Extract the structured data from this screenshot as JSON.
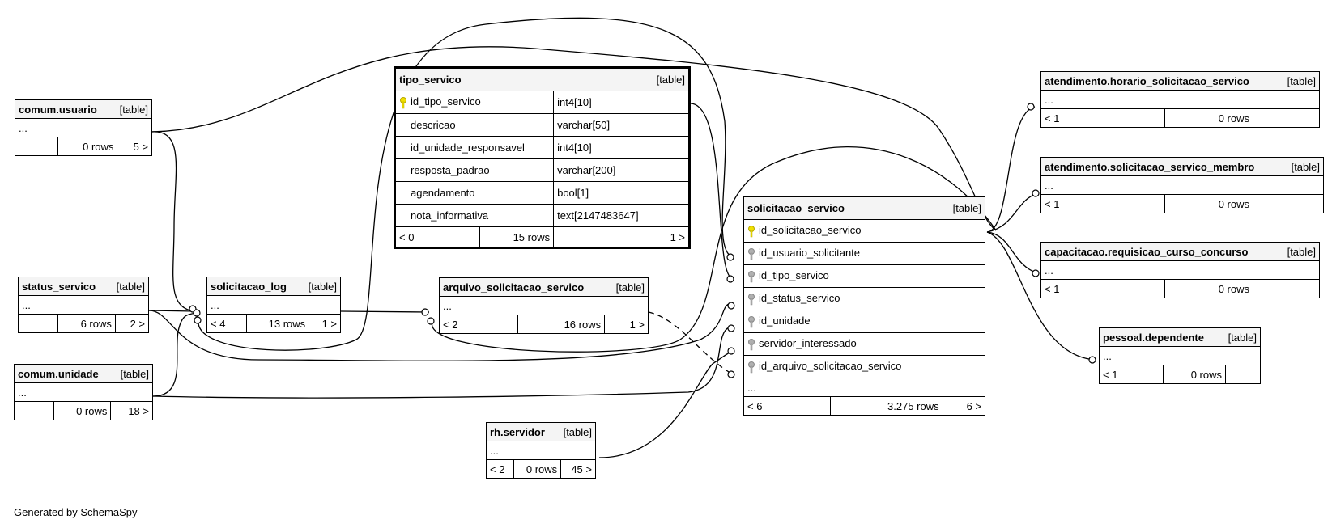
{
  "colors": {
    "primary_key": "#f0e000",
    "foreign_key": "#a0a0a0",
    "header_bg": "#f4f4f4",
    "line": "#000000"
  },
  "tables": {
    "comum_usuario": {
      "name": "comum.usuario",
      "tag": "[table]",
      "more": "...",
      "parents": "",
      "rows": "0 rows",
      "children": "5 >"
    },
    "status_servico": {
      "name": "status_servico",
      "tag": "[table]",
      "more": "...",
      "parents": "",
      "rows": "6 rows",
      "children": "2 >"
    },
    "comum_unidade": {
      "name": "comum.unidade",
      "tag": "[table]",
      "more": "...",
      "parents": "",
      "rows": "0 rows",
      "children": "18 >"
    },
    "solicitacao_log": {
      "name": "solicitacao_log",
      "tag": "[table]",
      "more": "...",
      "parents": "< 4",
      "rows": "13 rows",
      "children": "1 >"
    },
    "tipo_servico": {
      "name": "tipo_servico",
      "tag": "[table]",
      "columns": [
        {
          "name": "id_tipo_servico",
          "type": "int4[10]",
          "key": "primary"
        },
        {
          "name": "descricao",
          "type": "varchar[50]",
          "key": ""
        },
        {
          "name": "id_unidade_responsavel",
          "type": "int4[10]",
          "key": ""
        },
        {
          "name": "resposta_padrao",
          "type": "varchar[200]",
          "key": ""
        },
        {
          "name": "agendamento",
          "type": "bool[1]",
          "key": ""
        },
        {
          "name": "nota_informativa",
          "type": "text[2147483647]",
          "key": ""
        }
      ],
      "parents": "< 0",
      "rows": "15 rows",
      "children": "1 >"
    },
    "arquivo_solicitacao_servico": {
      "name": "arquivo_solicitacao_servico",
      "tag": "[table]",
      "more": "...",
      "parents": "< 2",
      "rows": "16 rows",
      "children": "1 >"
    },
    "rh_servidor": {
      "name": "rh.servidor",
      "tag": "[table]",
      "more": "...",
      "parents": "< 2",
      "rows": "0 rows",
      "children": "45 >"
    },
    "solicitacao_servico": {
      "name": "solicitacao_servico",
      "tag": "[table]",
      "columns": [
        {
          "name": "id_solicitacao_servico",
          "key": "primary"
        },
        {
          "name": "id_usuario_solicitante",
          "key": "foreign"
        },
        {
          "name": "id_tipo_servico",
          "key": "foreign"
        },
        {
          "name": "id_status_servico",
          "key": "foreign"
        },
        {
          "name": "id_unidade",
          "key": "foreign"
        },
        {
          "name": "servidor_interessado",
          "key": "foreign"
        },
        {
          "name": "id_arquivo_solicitacao_servico",
          "key": "foreign"
        }
      ],
      "more": "...",
      "parents": "< 6",
      "rows": "3.275 rows",
      "children": "6 >"
    },
    "horario": {
      "name": "atendimento.horario_solicitacao_servico",
      "tag": "[table]",
      "more": "...",
      "parents": "< 1",
      "rows": "0 rows",
      "children": ""
    },
    "membro": {
      "name": "atendimento.solicitacao_servico_membro",
      "tag": "[table]",
      "more": "...",
      "parents": "< 1",
      "rows": "0 rows",
      "children": ""
    },
    "capacitacao": {
      "name": "capacitacao.requisicao_curso_concurso",
      "tag": "[table]",
      "more": "...",
      "parents": "< 1",
      "rows": "0 rows",
      "children": ""
    },
    "dependente": {
      "name": "pessoal.dependente",
      "tag": "[table]",
      "more": "...",
      "parents": "< 1",
      "rows": "0 rows",
      "children": ""
    }
  },
  "footer": "Generated by SchemaSpy"
}
